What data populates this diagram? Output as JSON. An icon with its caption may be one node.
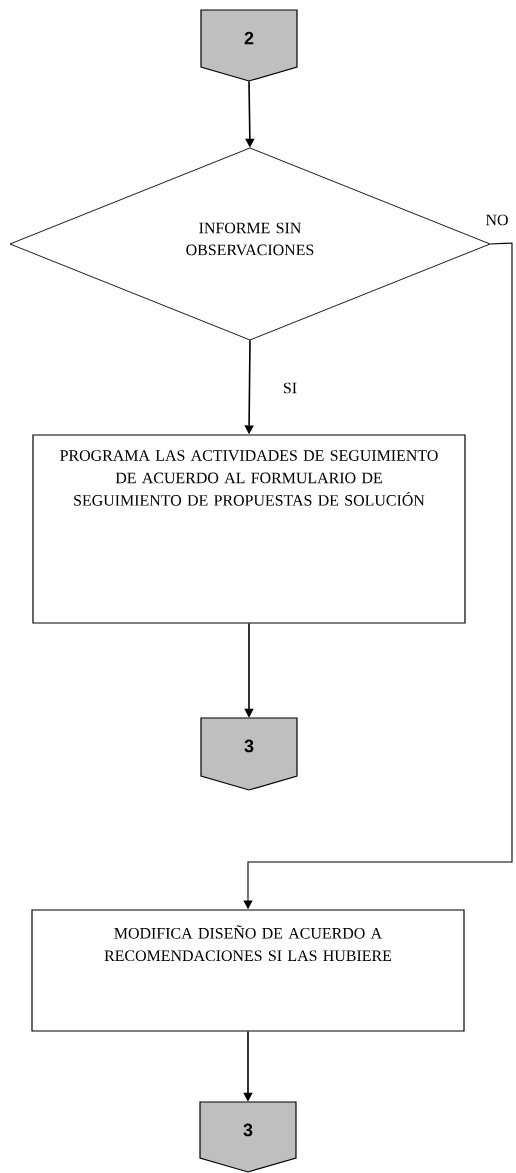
{
  "diagram": {
    "nodes": [
      {
        "text": [
          "2"
        ]
      },
      {
        "text": [
          "INFORME SIN OBSERVACIONES"
        ]
      },
      {
        "text": [
          "PROGRAMA LAS ACTIVIDADES DE SEGUIMIENTO DE ACUERDO AL FORMULARIO DE SEGUIMIENTO DE PROPUESTAS DE SOLUCIÓN"
        ]
      },
      {
        "text": [
          "3"
        ]
      },
      {
        "text": [
          "MODIFICA DISEÑO DE ACUERDO A RECOMENDACIONES SI LAS HUBIERE"
        ]
      },
      {
        "text": [
          "3"
        ]
      }
    ],
    "edges": [
      {
        "from": 0,
        "to": 1,
        "arrow": "to"
      },
      {
        "from": 1,
        "to": 2,
        "arrow": "to",
        "label": "SI"
      },
      {
        "from": 2,
        "to": 3,
        "arrow": "to"
      },
      {
        "from": 1,
        "to": 4,
        "arrow": "to",
        "label": "NO"
      },
      {
        "from": 4,
        "to": 5,
        "arrow": "to"
      }
    ]
  }
}
